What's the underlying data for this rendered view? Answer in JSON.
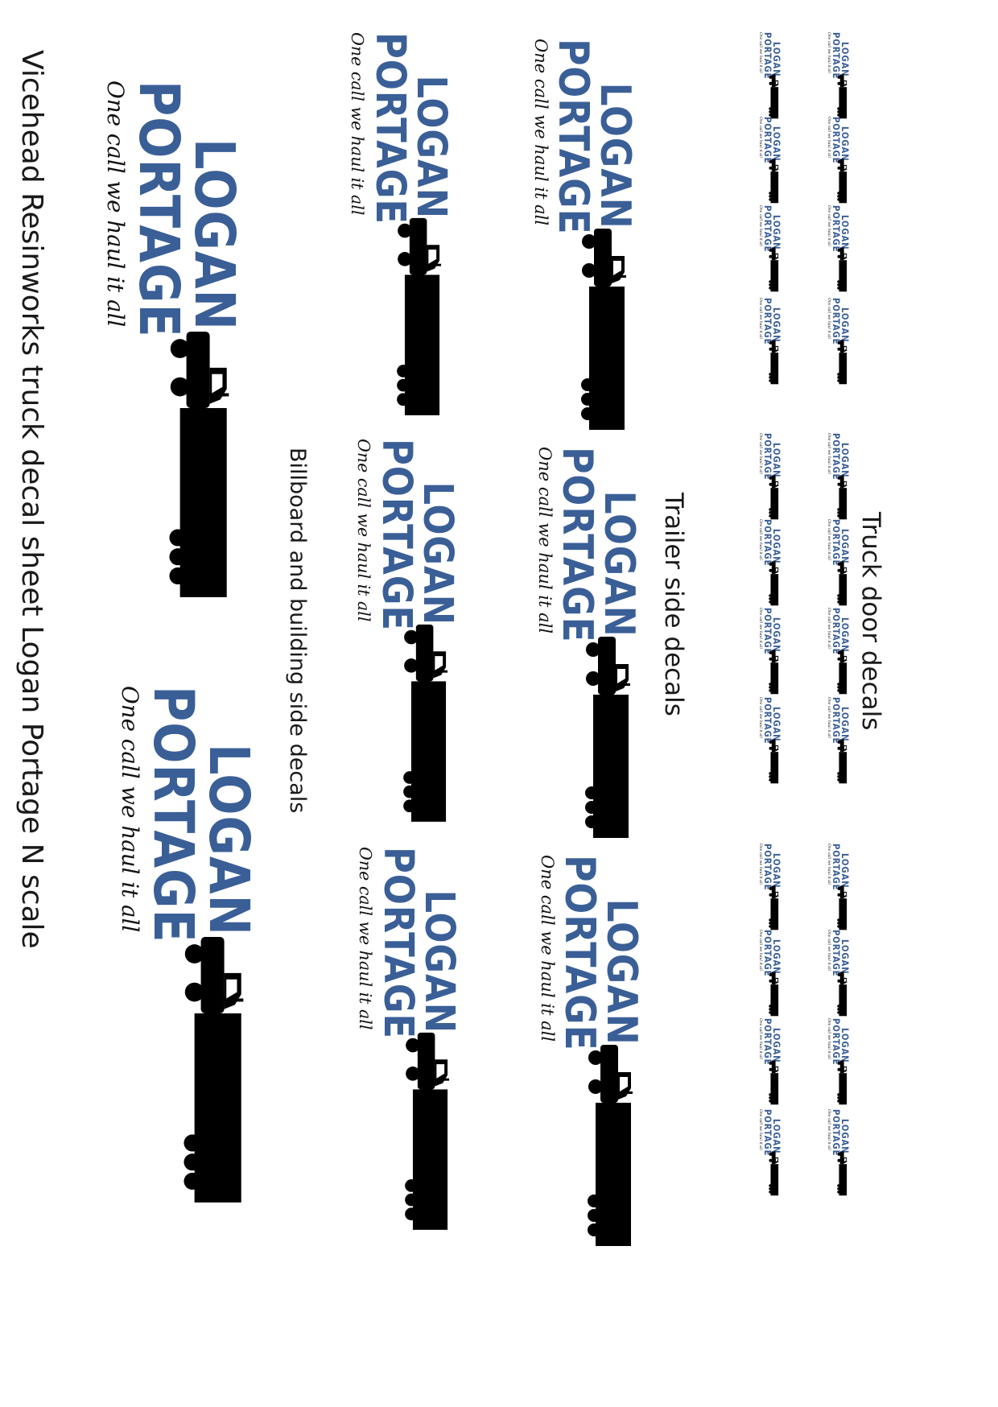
{
  "sheet_title": "Vicehead Resinworks truck decal sheet  Logan Portage N scale",
  "sections": {
    "truck_door": "Truck door decals",
    "trailer_side": "Trailer side decals",
    "billboard": "Billboard and building side decals"
  },
  "decal": {
    "line1": "LOGAN",
    "line2": "PORTAGE",
    "tagline": "One call we haul it all"
  },
  "colors": {
    "brand_blue": "#3a5f97",
    "silhouette": "#000000",
    "text": "#1a1a1a"
  }
}
